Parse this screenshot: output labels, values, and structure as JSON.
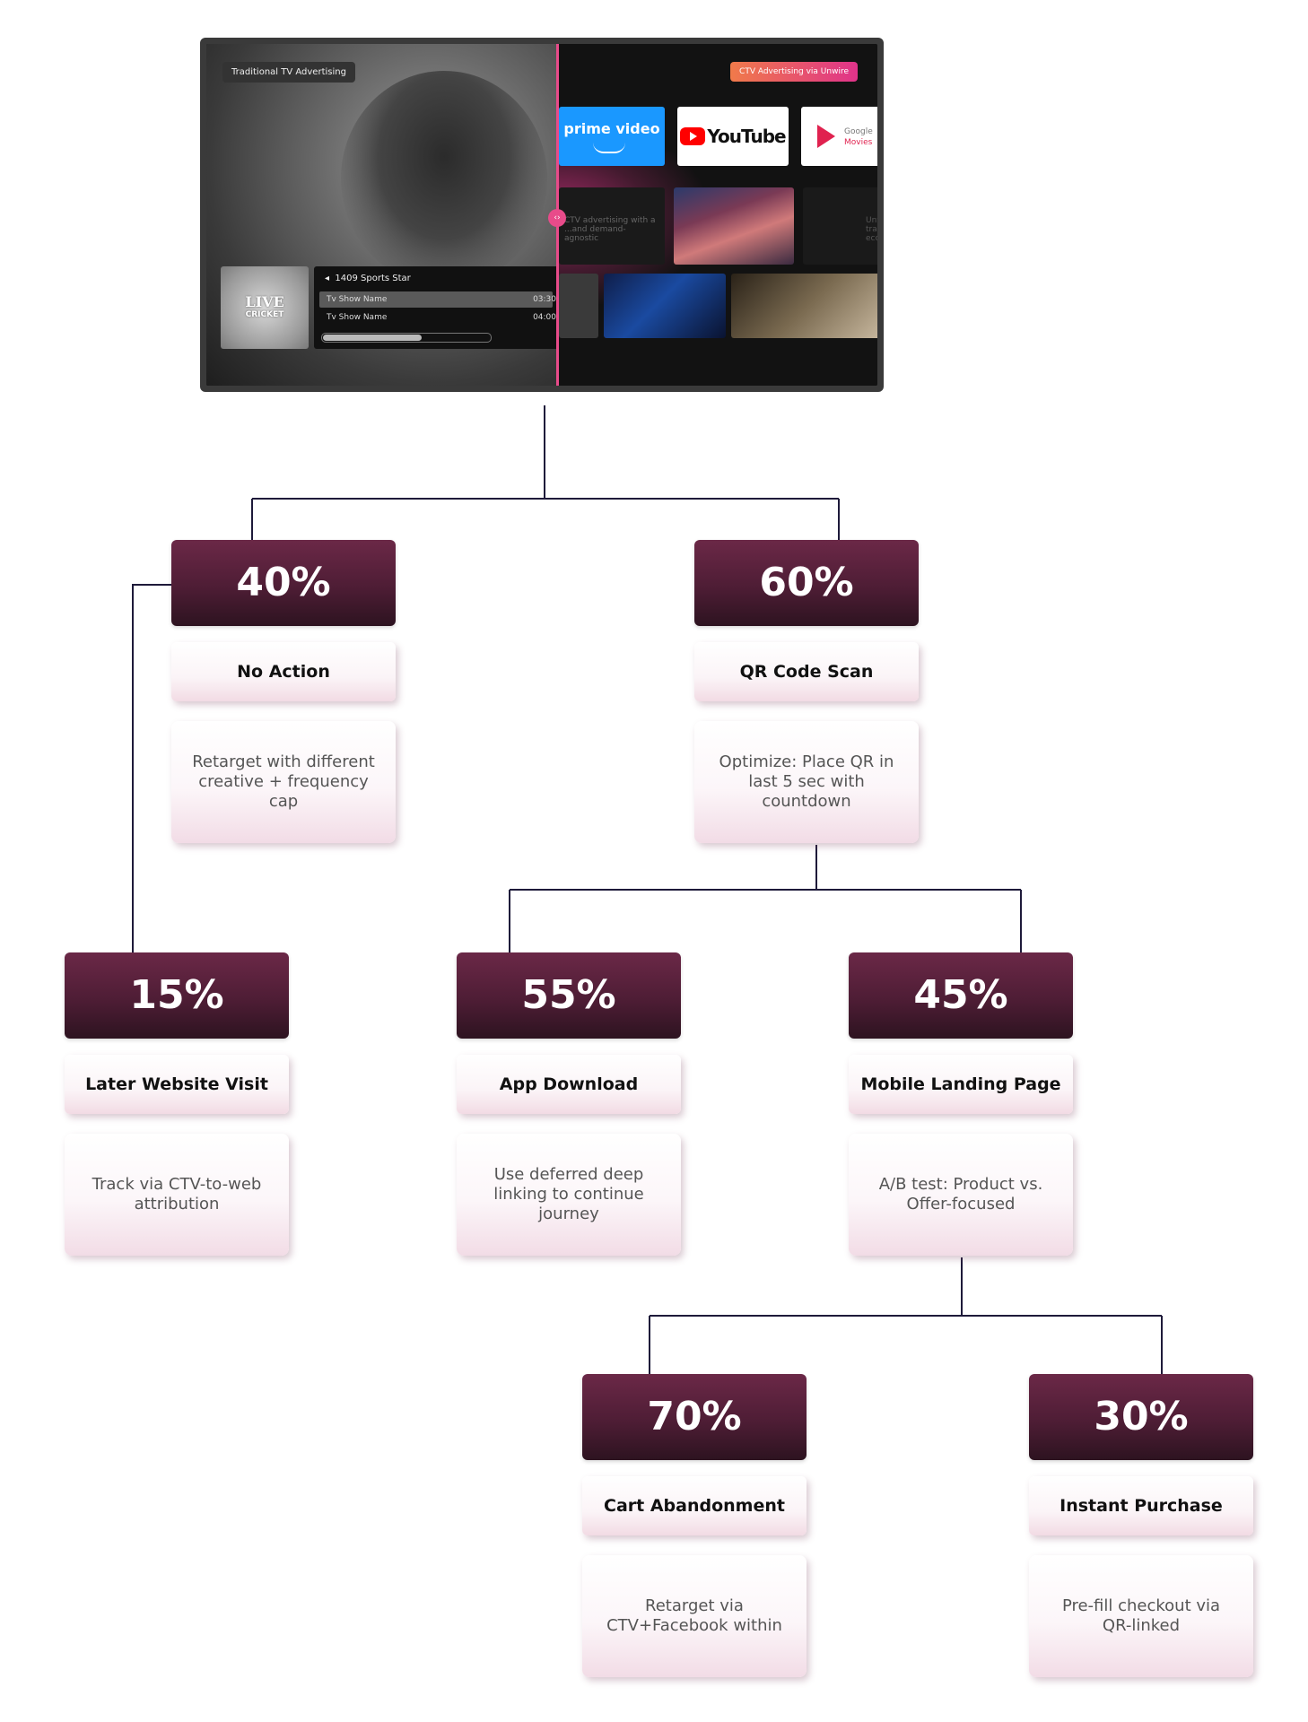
{
  "tv": {
    "left_badge": "Traditional TV Advertising",
    "right_badge": "CTV Advertising via Unwire",
    "prime": "prime video",
    "youtube": "YouTube",
    "google_movies": [
      "Google",
      "Movies"
    ],
    "ctv_text": "CTV advertising with a ...and demand-agnostic",
    "unwire_text": "Unwire transp... ecosy...",
    "live": "LIVE",
    "cricket": "CRICKET",
    "channel": "1409 Sports Star",
    "rows": [
      {
        "name": "Tv Show Name",
        "time": "03:30"
      },
      {
        "name": "Tv Show Name",
        "time": "04:00"
      }
    ],
    "progress": 0.6
  },
  "nodes": [
    {
      "id": "n40",
      "pct": "40%",
      "label": "No Action",
      "desc": "Retarget with different creative + frequency cap"
    },
    {
      "id": "n60",
      "pct": "60%",
      "label": "QR Code Scan",
      "desc": "Optimize: Place QR in last 5 sec with countdown"
    },
    {
      "id": "n15",
      "pct": "15%",
      "label": "Later Website Visit",
      "desc": "Track via CTV-to-web attribution"
    },
    {
      "id": "n55",
      "pct": "55%",
      "label": "App Download",
      "desc": "Use deferred deep linking to continue journey"
    },
    {
      "id": "n45",
      "pct": "45%",
      "label": "Mobile Landing Page",
      "desc": "A/B test: Product vs. Offer-focused"
    },
    {
      "id": "n70",
      "pct": "70%",
      "label": "Cart Abandonment",
      "desc": "Retarget via CTV+Facebook within"
    },
    {
      "id": "n30",
      "pct": "30%",
      "label": "Instant Purchase",
      "desc": "Pre-fill checkout via QR-linked"
    }
  ],
  "colors": {
    "node_dark": "#4e1d35",
    "connector": "#1e1a3a",
    "accent_pink": "#e84b8a"
  }
}
